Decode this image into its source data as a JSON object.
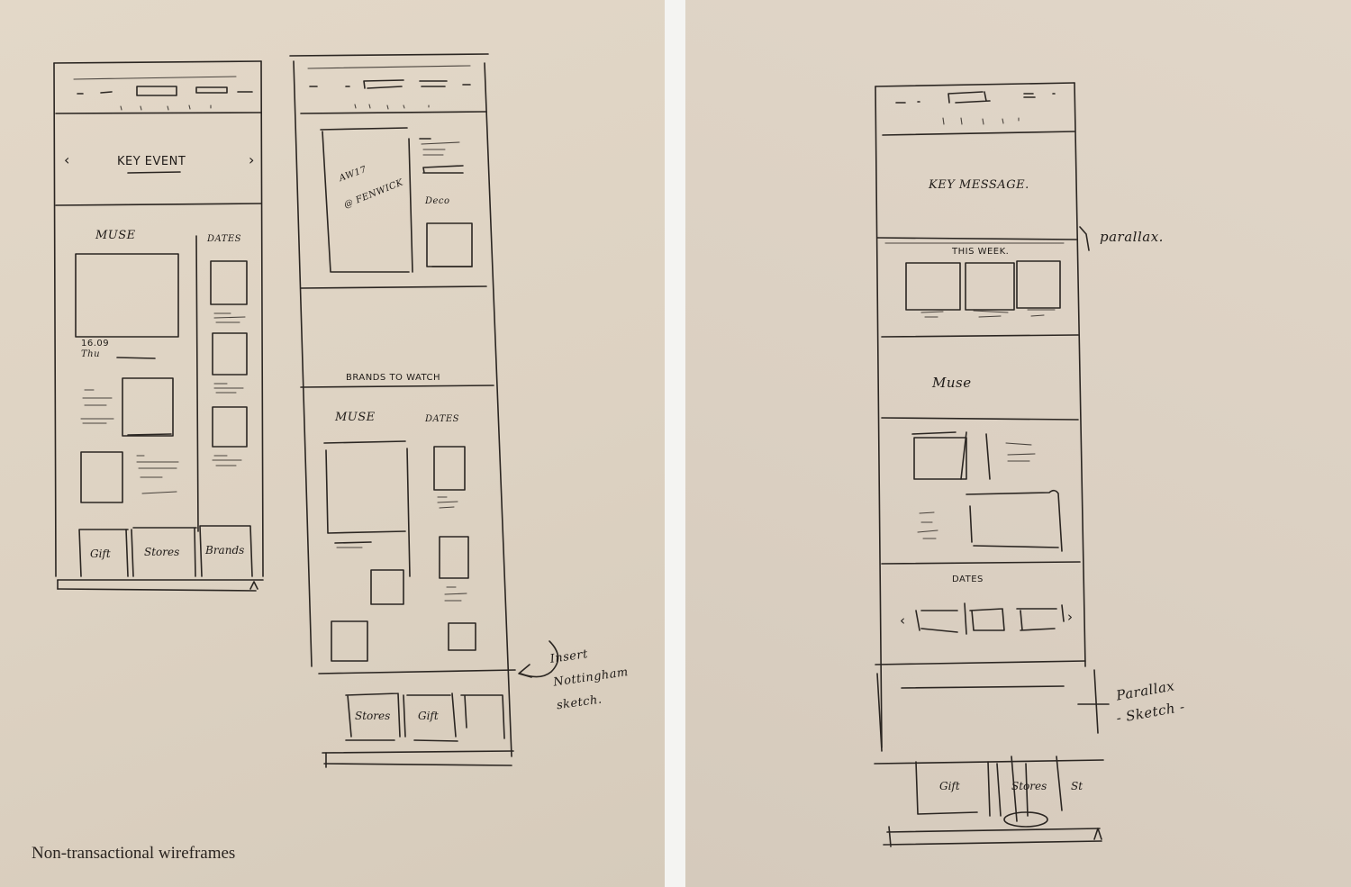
{
  "caption": "Non-transactional wireframes",
  "colors": {
    "paper_left": "#ddd2c2",
    "paper_right": "#dbd0c2",
    "ink": "#2b2622",
    "gap": "#f4f4f2"
  },
  "left_page": {
    "wireframe_1": {
      "hero": {
        "label": "KEY EVENT",
        "prev_arrow": "‹",
        "next_arrow": "›"
      },
      "main_column_heading": "MUSE",
      "side_column_heading": "DATES",
      "date_text": "16.09",
      "date_sub": "Thu",
      "bottom_buttons": [
        "Gift",
        "Stores",
        "Brands"
      ],
      "back_to_top": "^"
    },
    "wireframe_2": {
      "feature_label_line1": "AW17",
      "feature_label_line2": "@ FENWICK",
      "side_label": "Deco",
      "section_heading": "BRANDS TO WATCH",
      "main_column_heading": "MUSE",
      "side_column_heading": "DATES",
      "bottom_buttons": [
        "Stores",
        "Gift",
        ""
      ],
      "annotation": "Insert Nottingham sketch."
    }
  },
  "right_page": {
    "wireframe_3": {
      "hero_label": "KEY MESSAGE.",
      "hero_annotation": "parallax.",
      "section_this_week": "THIS WEEK.",
      "section_muse": "Muse",
      "section_dates": "DATES",
      "carousel_prev": "‹",
      "carousel_next": "›",
      "footer_annotation_line1": "Parallax",
      "footer_annotation_line2": "- Sketch -",
      "bottom_buttons": [
        "Gift",
        "Stores",
        "St"
      ],
      "back_to_top": "^"
    }
  }
}
